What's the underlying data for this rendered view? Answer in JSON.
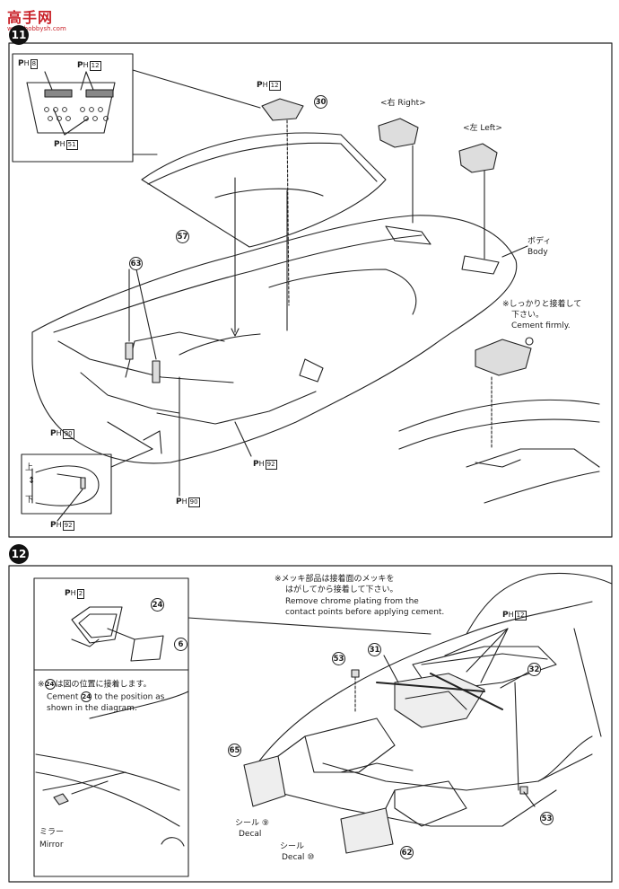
{
  "watermark": {
    "brand": "高手网",
    "url": "www.hobbysh.com"
  },
  "step_top": {
    "number": "11",
    "paint_codes": {
      "ph8": "8",
      "ph12": "12",
      "ph51": "51",
      "ph90": "90",
      "ph92": "92"
    },
    "ph_prefix": "P",
    "ph_sub": "H",
    "labels": {
      "right": "<右 Right>",
      "left": "<左 Left>",
      "body_jp": "ボディ",
      "body_en": "Body",
      "cement_jp": "※しっかりと接着して下さい。",
      "cement_jp_1": "※しっかりと接着して",
      "cement_jp_2": "下さい。",
      "cement_en": "Cement firmly.",
      "up": "上",
      "down": "下"
    },
    "parts": {
      "p30": "30",
      "p57": "57",
      "p63": "63"
    }
  },
  "step_bottom": {
    "number": "12",
    "note_chrome_jp_1": "※メッキ部品は接着面のメッキを",
    "note_chrome_jp_2": "はがしてから接着して下さい。",
    "note_chrome_en_1": "Remove chrome plating from the",
    "note_chrome_en_2": "contact points before applying cement.",
    "note_position_jp_pre": "※",
    "note_position_jp_post": "は図の位置に接着します。",
    "note_position_en_pre": "Cement",
    "note_position_en_post": "to the position as",
    "note_position_en_2": "shown in the diagram.",
    "mirror_jp": "ミラー",
    "mirror_en": "Mirror",
    "seal_jp": "シール",
    "decal_en": "Decal",
    "decal_9": "⑨",
    "decal_10": "⑩",
    "paint_codes": {
      "ph2": "2",
      "ph12": "12"
    },
    "parts": {
      "p24": "24",
      "p6": "6",
      "p31": "31",
      "p32": "32",
      "p53": "53",
      "p65": "65",
      "p62": "62"
    }
  }
}
